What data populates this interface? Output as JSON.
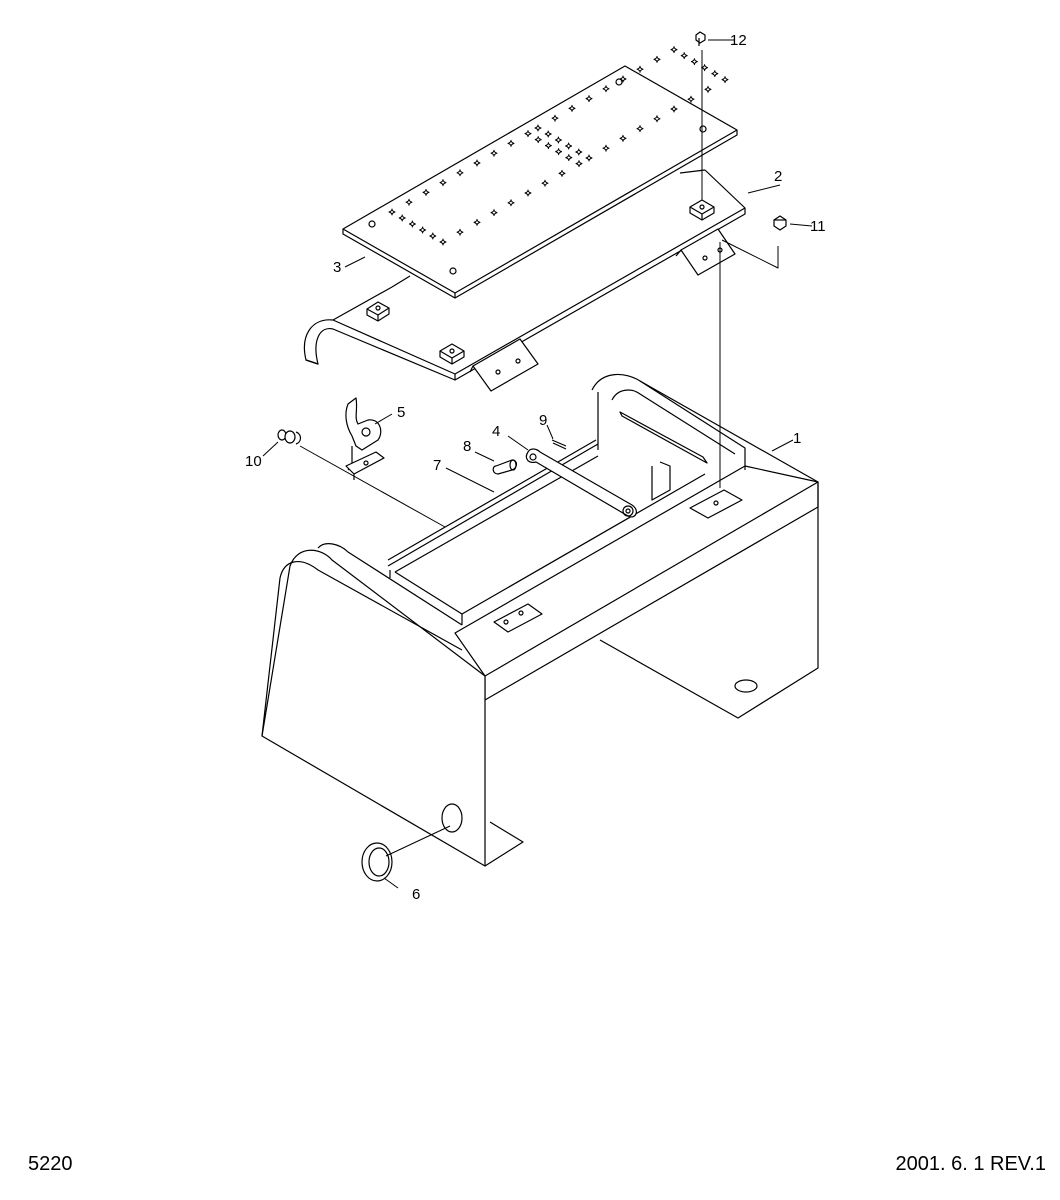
{
  "callouts": [
    {
      "label": "1"
    },
    {
      "label": "2"
    },
    {
      "label": "3"
    },
    {
      "label": "4"
    },
    {
      "label": "5"
    },
    {
      "label": "6"
    },
    {
      "label": "7"
    },
    {
      "label": "8"
    },
    {
      "label": "9"
    },
    {
      "label": "10"
    },
    {
      "label": "11"
    },
    {
      "label": "12"
    }
  ],
  "footer": {
    "page_number": "5220",
    "revision": "2001. 6. 1 REV.1"
  }
}
